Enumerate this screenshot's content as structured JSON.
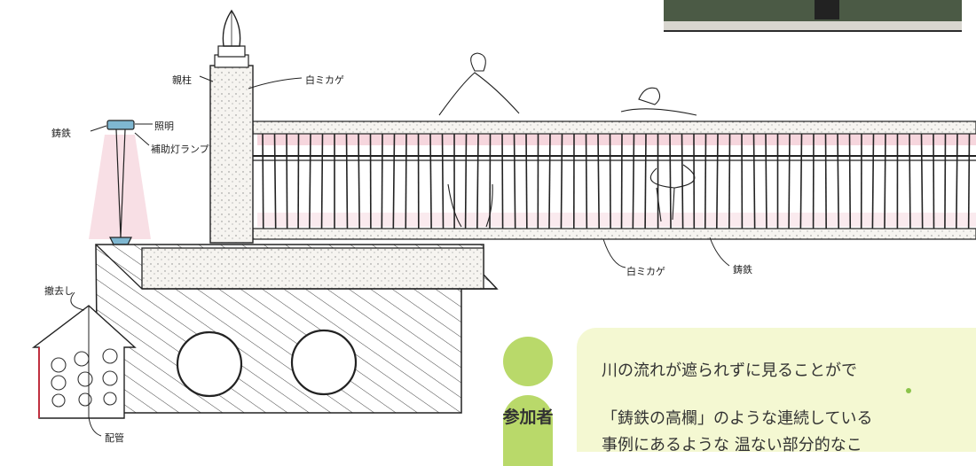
{
  "sketch_labels": {
    "pillar": "親柱",
    "white_granite_top": "白ミカゲ",
    "cast_iron_lamp": "鋳鉄",
    "lamp_light": "照明",
    "lamp_frame": "補助灯ランプ",
    "white_granite_base": "白ミカゲ",
    "cast_iron_railing": "鋳鉄",
    "remove": "撤去し",
    "pipe": "配管"
  },
  "participant_label": "参加者",
  "comment": {
    "line1": "川の流れが遮られずに見ることがで",
    "line2": "「鋳鉄の高欄」のような連続している",
    "line3": "事例にあるような 温ない部分的なこ"
  }
}
